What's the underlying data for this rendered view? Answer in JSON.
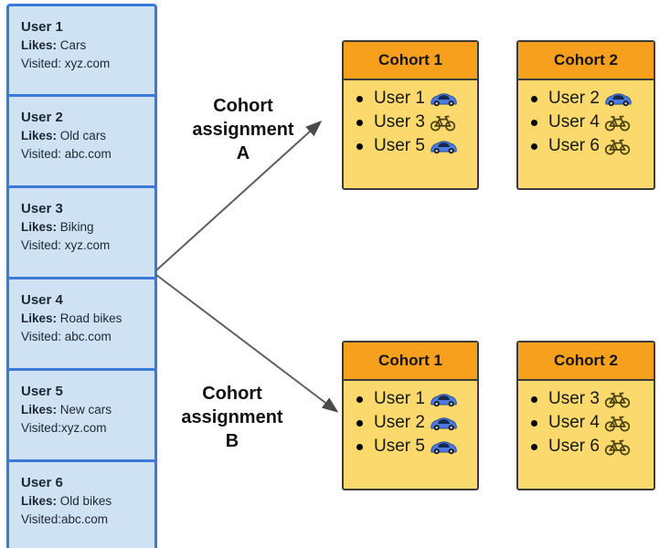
{
  "users": [
    {
      "name": "User 1",
      "likes_label": "Likes:",
      "likes_value": "Cars",
      "visited": "Visited: xyz.com"
    },
    {
      "name": "User 2",
      "likes_label": "Likes:",
      "likes_value": "Old cars",
      "visited": "Visited: abc.com"
    },
    {
      "name": "User 3",
      "likes_label": "Likes:",
      "likes_value": "Biking",
      "visited": "Visited: xyz.com"
    },
    {
      "name": "User 4",
      "likes_label": "Likes:",
      "likes_value": "Road bikes",
      "visited": "Visited: abc.com"
    },
    {
      "name": "User 5",
      "likes_label": "Likes:",
      "likes_value": "New cars",
      "visited": "Visited:xyz.com"
    },
    {
      "name": "User 6",
      "likes_label": "Likes:",
      "likes_value": "Old bikes",
      "visited": "Visited:abc.com"
    }
  ],
  "assignments": {
    "a": {
      "line1": "Cohort",
      "line2": "assignment",
      "line3": "A"
    },
    "b": {
      "line1": "Cohort",
      "line2": "assignment",
      "line3": "B"
    }
  },
  "groups": {
    "a": {
      "cohort1": {
        "title": "Cohort 1",
        "members": [
          {
            "label": "User 1",
            "icon": "car"
          },
          {
            "label": "User 3",
            "icon": "bike"
          },
          {
            "label": "User 5",
            "icon": "car"
          }
        ]
      },
      "cohort2": {
        "title": "Cohort 2",
        "members": [
          {
            "label": "User 2",
            "icon": "car"
          },
          {
            "label": "User 4",
            "icon": "bike"
          },
          {
            "label": "User 6",
            "icon": "bike"
          }
        ]
      }
    },
    "b": {
      "cohort1": {
        "title": "Cohort 1",
        "members": [
          {
            "label": "User 1",
            "icon": "car"
          },
          {
            "label": "User 2",
            "icon": "car"
          },
          {
            "label": "User 5",
            "icon": "car"
          }
        ]
      },
      "cohort2": {
        "title": "Cohort 2",
        "members": [
          {
            "label": "User 3",
            "icon": "bike"
          },
          {
            "label": "User 4",
            "icon": "bike"
          },
          {
            "label": "User 6",
            "icon": "bike"
          }
        ]
      }
    }
  },
  "colors": {
    "card_fill": "#cfe2f3",
    "card_border": "#3c78d8",
    "cohort_header_fill": "#f6a01d",
    "cohort_body_fill": "#fbd96d",
    "cohort_border": "#3b3b3b",
    "arrow": "#5f5f5f",
    "car_icon_blue": "#4b7be0",
    "bike_icon_olive": "#4a430f"
  }
}
